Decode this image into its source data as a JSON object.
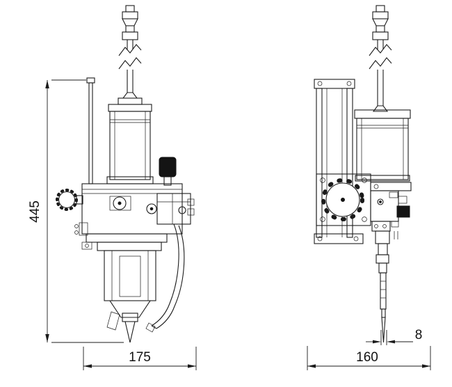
{
  "dims": {
    "front_height": "445",
    "front_width": "175",
    "side_width": "160",
    "needle_width": "8"
  }
}
